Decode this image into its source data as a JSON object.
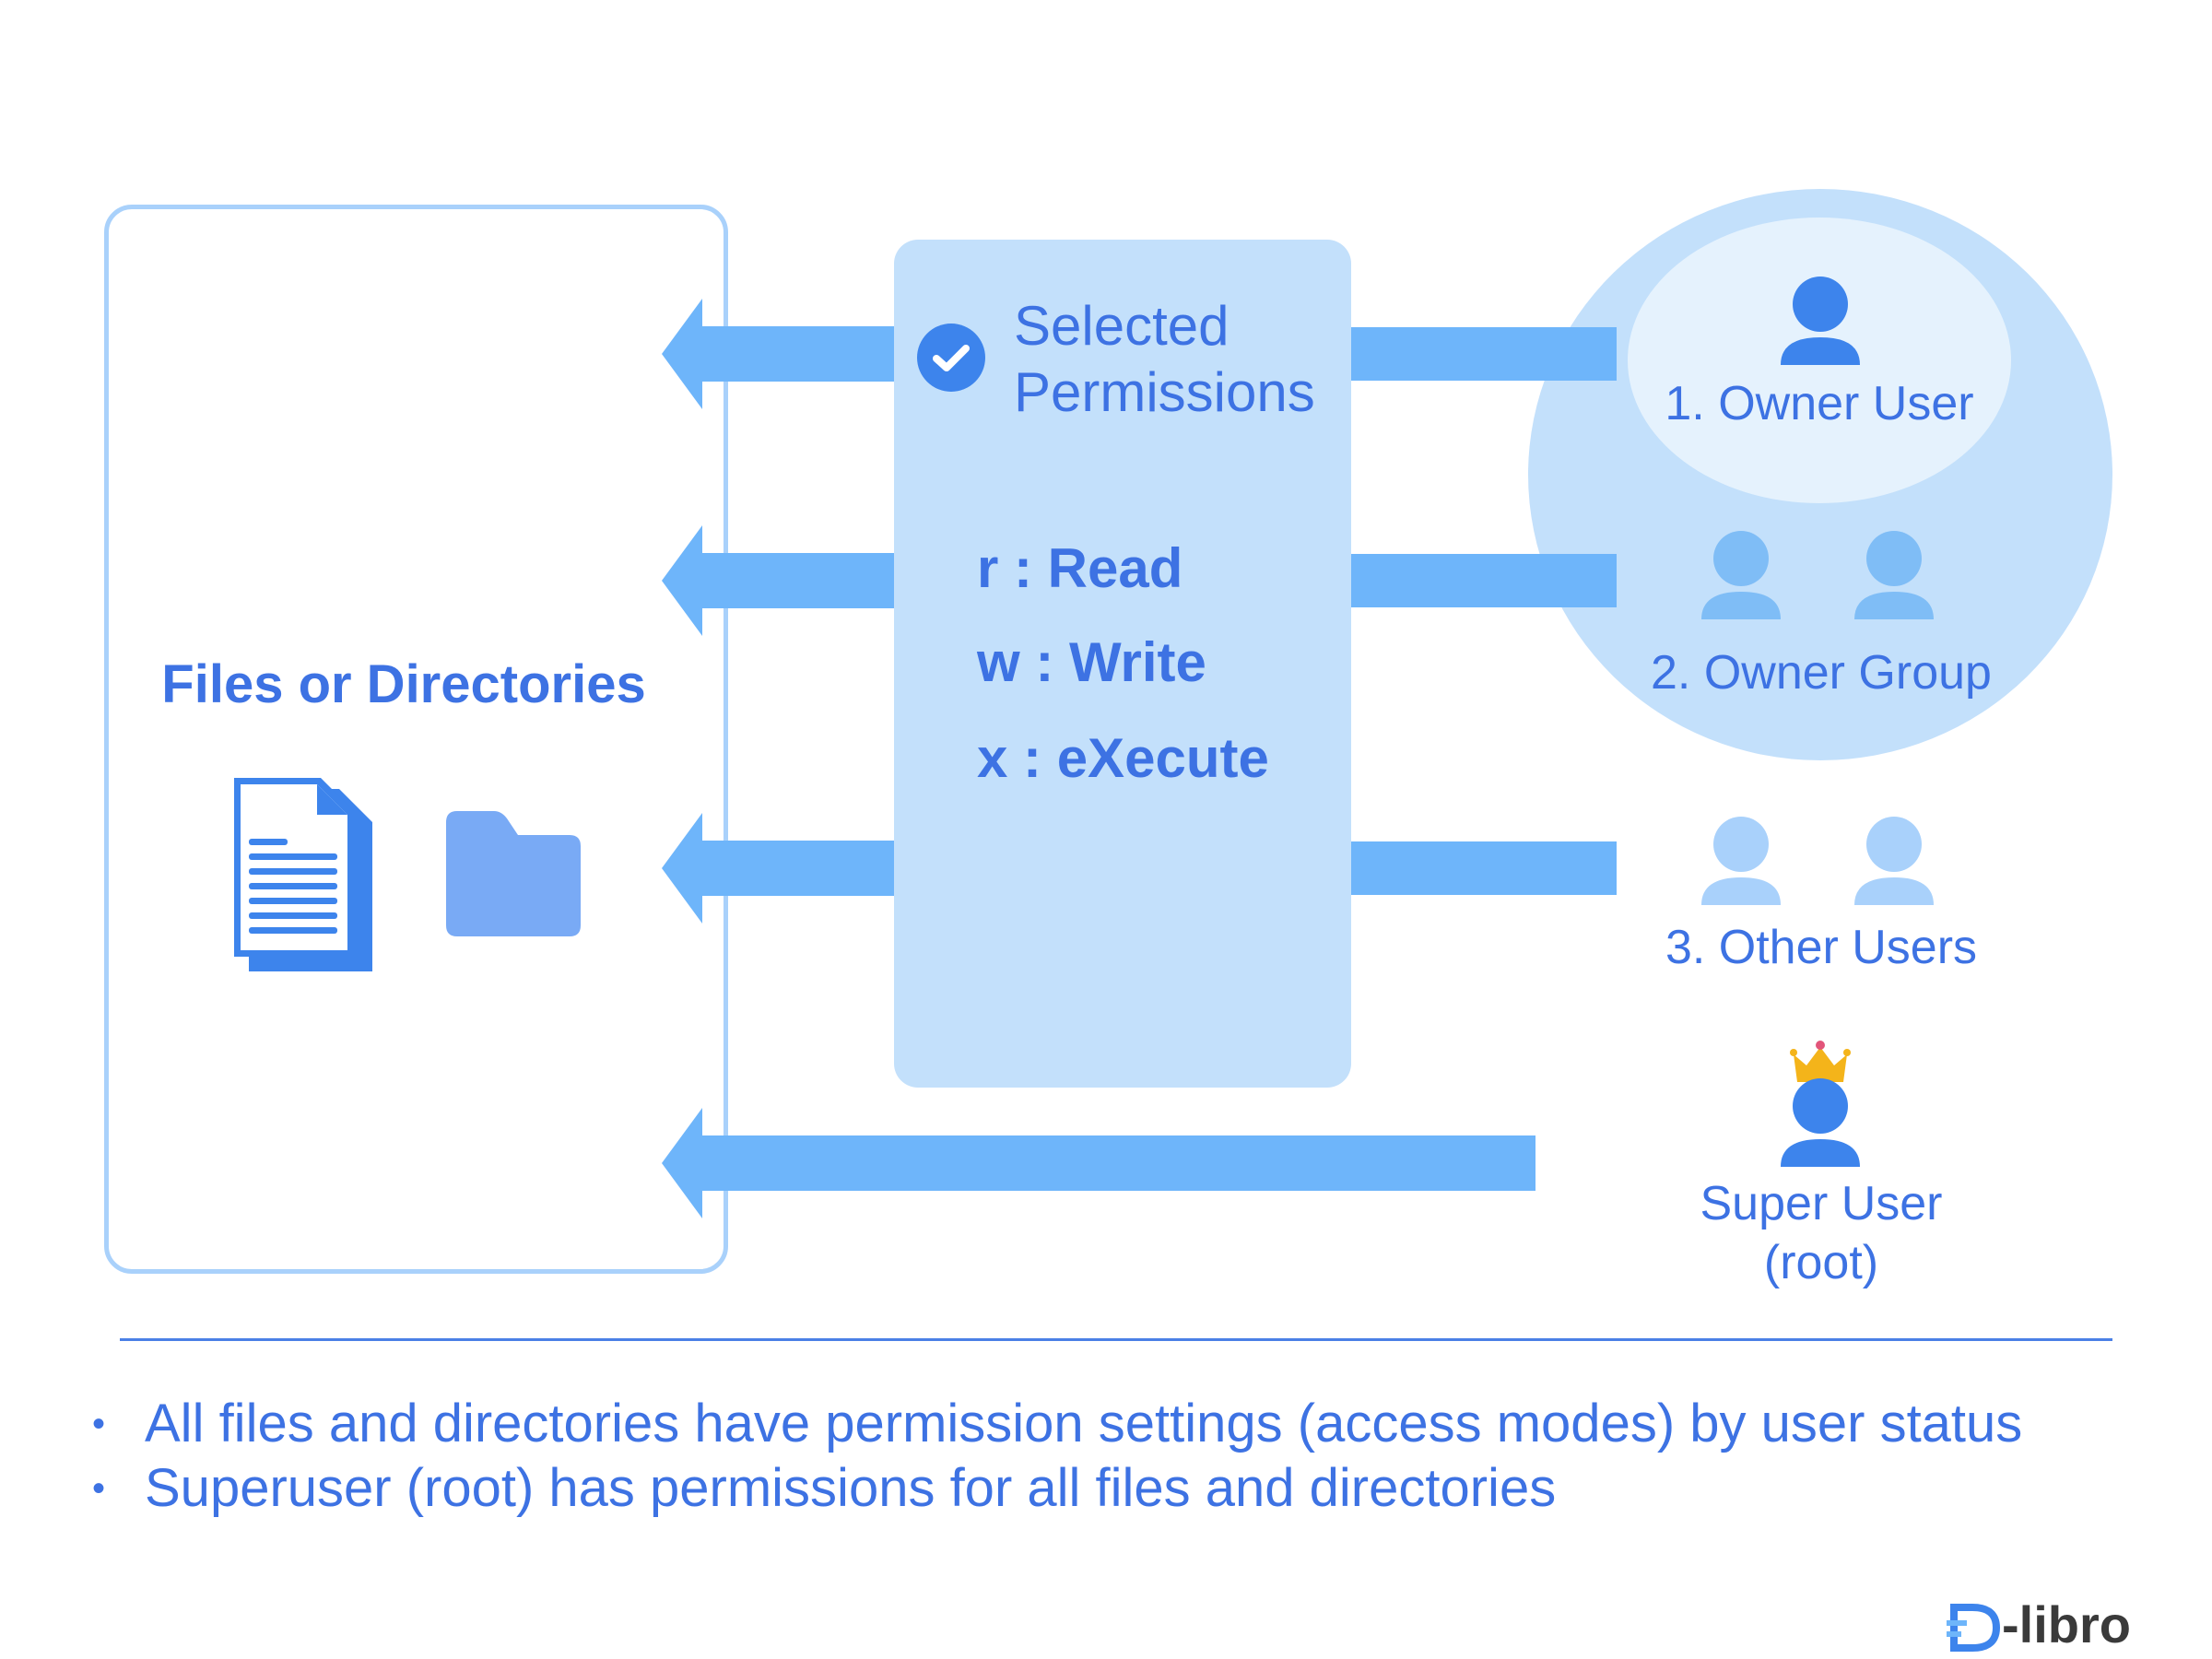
{
  "files": {
    "title": "Files or Directories"
  },
  "permissions": {
    "title_line1": "Selected",
    "title_line2": "Permissions",
    "items": [
      "r : Read",
      "w : Write",
      "x : eXecute"
    ]
  },
  "users": {
    "owner_user": "1. Owner User",
    "owner_group": "2. Owner Group",
    "other_users": "3. Other Users",
    "super_user_line1": "Super User",
    "super_user_line2": "(root)"
  },
  "notes": [
    "All files and directories have permission settings (access modes) by user status",
    "Superuser (root) has permissions for all files and directories"
  ],
  "bullet_char": "•",
  "logo": {
    "text": "-libro"
  },
  "colors": {
    "primary_text": "#3d72e3",
    "arrow": "#6eb5fa",
    "panel": "#c3e0fb",
    "icon_dark": "#3d84ec",
    "icon_light": "#7fbdf6",
    "folder": "#79aaf5"
  }
}
